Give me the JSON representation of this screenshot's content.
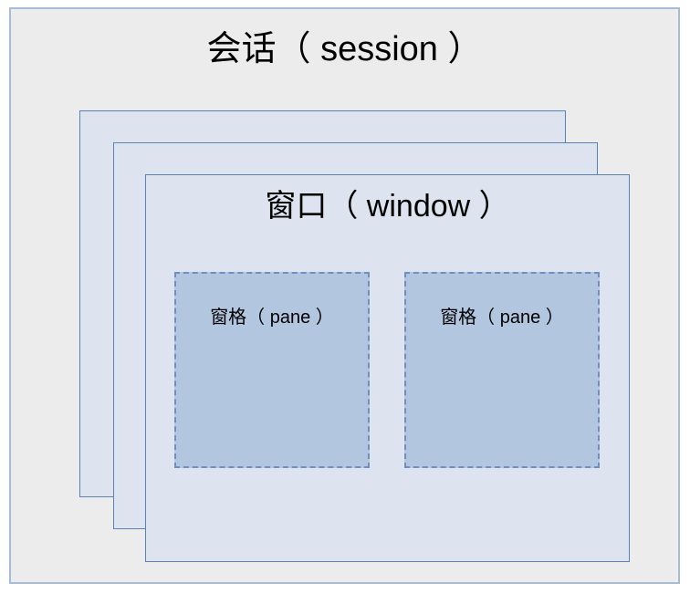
{
  "diagram": {
    "type": "nested-container-diagram",
    "session": {
      "label": "会话（ session ）",
      "fill_color": "#ececec",
      "border_color": "#a8bcd8"
    },
    "windows": {
      "label": "窗口（ window ）",
      "count": 3,
      "fill_color": "#dde4ef",
      "border_color": "#5b82b5",
      "layers": [
        {
          "name": "window-layer-back"
        },
        {
          "name": "window-layer-middle"
        },
        {
          "name": "window-layer-front"
        }
      ]
    },
    "panes": {
      "fill_color": "#b3c6e0",
      "border_color": "#6f8fc0",
      "border_style": "dashed",
      "items": [
        {
          "label": "窗格（ pane ）"
        },
        {
          "label": "窗格（ pane ）"
        }
      ]
    }
  }
}
